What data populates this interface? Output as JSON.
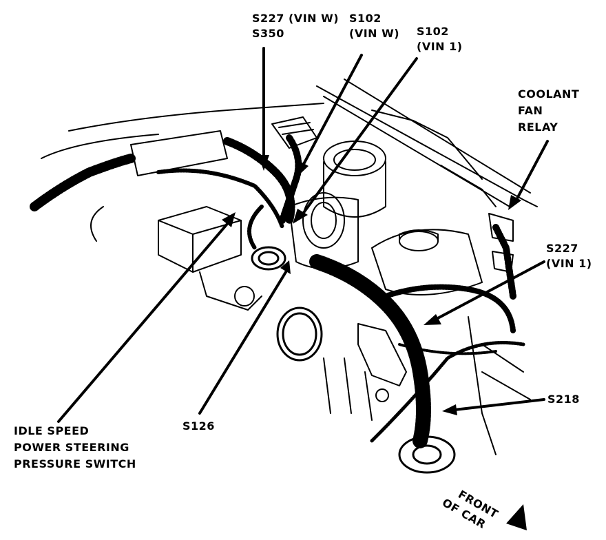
{
  "callouts": {
    "s227_vinw": {
      "line1": "S227 (VIN W)",
      "line2": "S350"
    },
    "s102_vinw": {
      "line1": "S102",
      "line2": "(VIN W)"
    },
    "s102_vin1": {
      "line1": "S102",
      "line2": "(VIN 1)"
    },
    "coolant_fan_relay": {
      "line1": "COOLANT",
      "line2": "FAN",
      "line3": "RELAY"
    },
    "s227_vin1": {
      "line1": "S227",
      "line2": "(VIN 1)"
    },
    "s218": {
      "line1": "S218"
    },
    "s126": {
      "line1": "S126"
    },
    "idle_speed": {
      "line1": "IDLE SPEED",
      "line2": "POWER STEERING",
      "line3": "PRESSURE SWITCH"
    },
    "front_of_car": {
      "line1": "FRONT",
      "line2": "OF CAR"
    }
  },
  "colors": {
    "ink": "#000000",
    "paper": "#ffffff"
  }
}
